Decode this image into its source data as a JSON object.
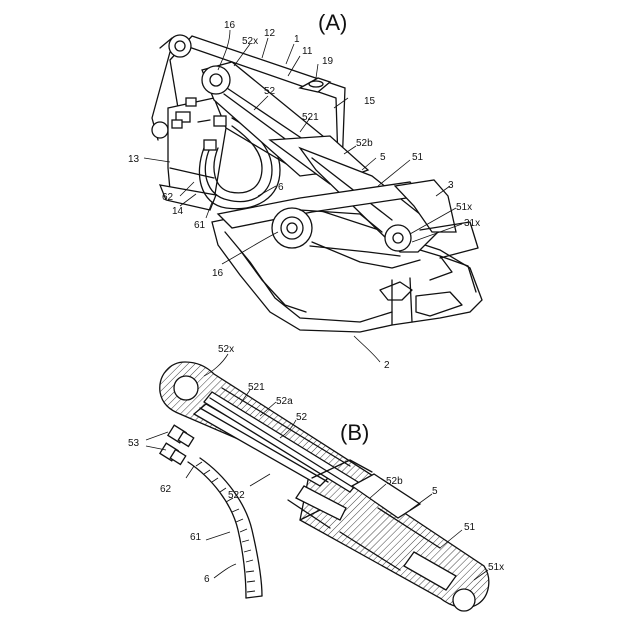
{
  "figure_a": {
    "panel_label": "(A)",
    "labels": {
      "l16a": "16",
      "l52x": "52x",
      "l12": "12",
      "l1": "1",
      "l11": "11",
      "l19": "19",
      "l52": "52",
      "l15": "15",
      "l521": "521",
      "l52b": "52b",
      "l5": "5",
      "l51": "51",
      "l3": "3",
      "l13": "13",
      "l62": "62",
      "l6": "6",
      "l14": "14",
      "l61": "61",
      "l51x": "51x",
      "l31x": "31x",
      "l16b": "16",
      "l2": "2"
    }
  },
  "figure_b": {
    "panel_label": "(B)",
    "labels": {
      "l52x": "52x",
      "l521": "521",
      "l52a": "52a",
      "l52": "52",
      "l53": "53",
      "l52b": "52b",
      "l5": "5",
      "l62": "62",
      "l522": "522",
      "l51": "51",
      "l61": "61",
      "l6": "6",
      "l51x": "51x"
    }
  }
}
